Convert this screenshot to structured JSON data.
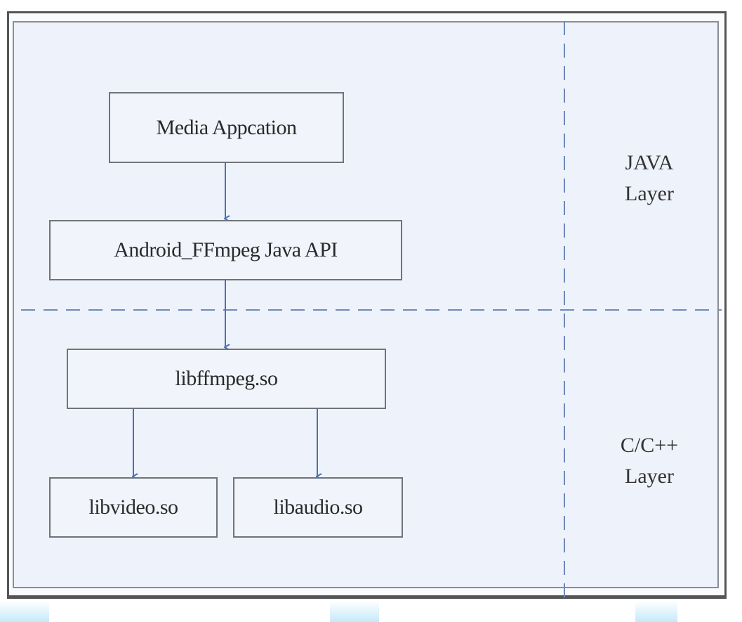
{
  "diagram": {
    "nodes": {
      "media_app": "Media Appcation",
      "java_api": "Android_FFmpeg Java API",
      "libffmpeg": "libffmpeg.so",
      "libvideo": "libvideo.so",
      "libaudio": "libaudio.so"
    },
    "layers": {
      "java": [
        "JAVA",
        "Layer"
      ],
      "native": [
        "C/C++",
        "Layer"
      ]
    },
    "edges": [
      {
        "from": "media_app",
        "to": "java_api"
      },
      {
        "from": "java_api",
        "to": "libffmpeg"
      },
      {
        "from": "libffmpeg",
        "to": "libvideo"
      },
      {
        "from": "libffmpeg",
        "to": "libaudio"
      }
    ],
    "colors": {
      "arrow": "#4a6fb5",
      "divider": "#6f87b8",
      "box_border": "#707379",
      "background": "#eef2fb"
    }
  }
}
